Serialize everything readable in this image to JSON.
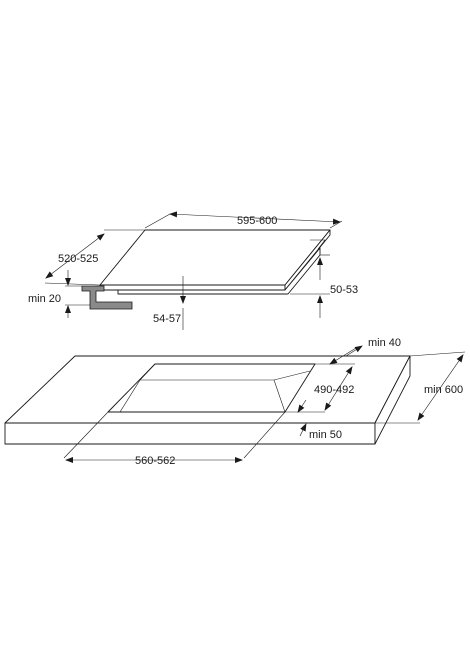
{
  "dimensions": {
    "hob_width": "595-600",
    "hob_depth": "520-525",
    "clearance_below": "min 20",
    "hob_height": "50-53",
    "insert_depth": "54-57",
    "edge_back_min": "min 40",
    "cutout_depth": "490-492",
    "counter_depth": "min 600",
    "edge_front_min": "min 50",
    "cutout_width": "560-562"
  }
}
